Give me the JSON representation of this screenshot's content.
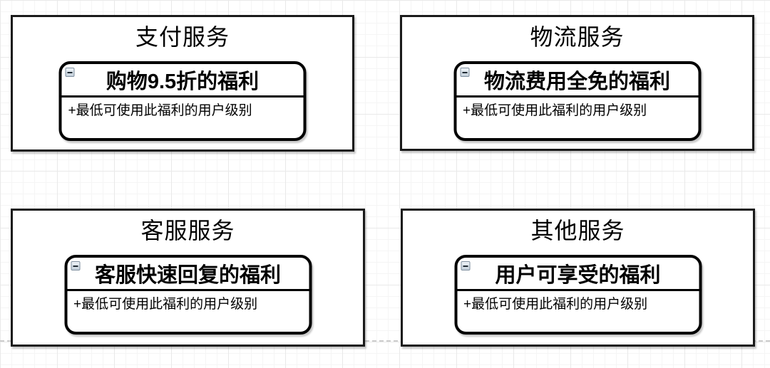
{
  "canvas": {
    "colors": {
      "background": "#ffffff",
      "grid_minor": "#f5f5f5",
      "grid_major": "#e9e9e9",
      "group_border": "#1a1a1a",
      "shape_border": "#000000",
      "page_break": "#cccccc",
      "collapse_icon_border": "#7f8f9f",
      "text": "#000000"
    }
  },
  "cards": [
    {
      "title": "支付服务",
      "benefit": "购物9.5折的福利",
      "attribute": "+最低可使用此福利的用户级别"
    },
    {
      "title": "物流服务",
      "benefit": "物流费用全免的福利",
      "attribute": "+最低可使用此福利的用户级别"
    },
    {
      "title": "客服服务",
      "benefit": "客服快速回复的福利",
      "attribute": "+最低可使用此福利的用户级别"
    },
    {
      "title": "其他服务",
      "benefit": "用户可享受的福利",
      "attribute": "+最低可使用此福利的用户级别"
    }
  ],
  "icons": {
    "collapse": "minus-collapse-icon"
  }
}
